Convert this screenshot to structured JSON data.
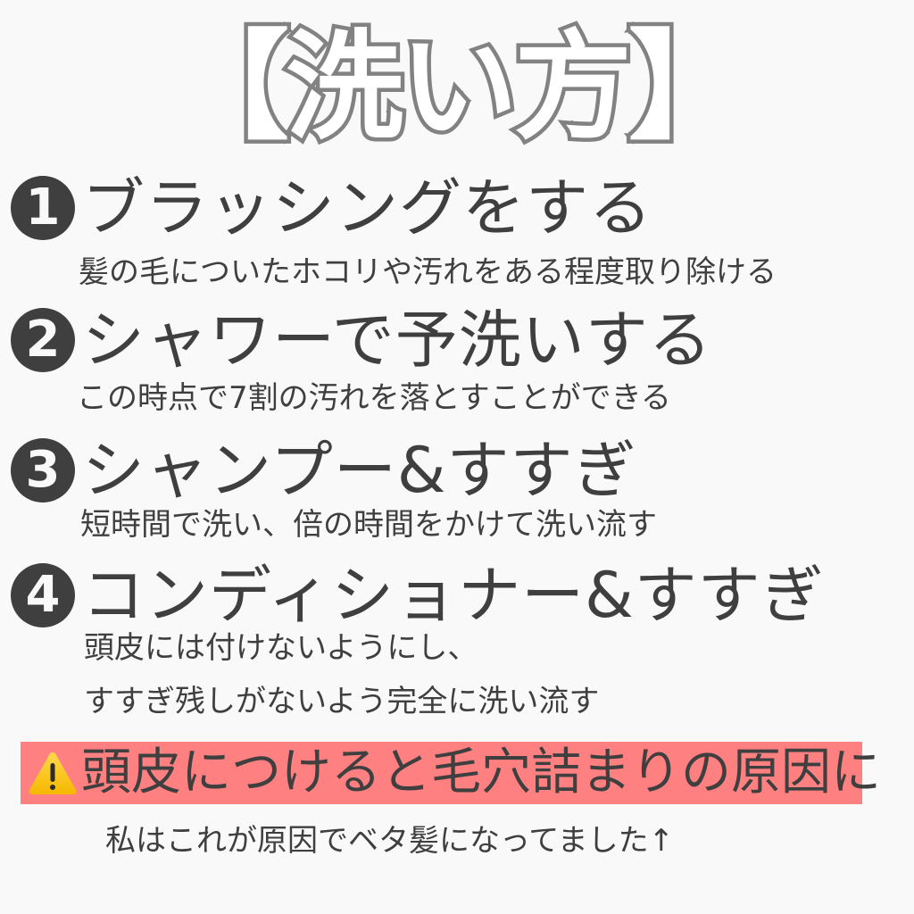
{
  "title": "【洗い方】",
  "steps": [
    {
      "number": "1",
      "title": "ブラッシングをする",
      "description": [
        "髪の毛についたホコリや汚れをある程度取り除ける"
      ]
    },
    {
      "number": "2",
      "title": "シャワーで予洗いする",
      "description": [
        "この時点で7割の汚れを落とすことができる"
      ]
    },
    {
      "number": "3",
      "title": "シャンプー&すすぎ",
      "description": [
        "短時間で洗い、倍の時間をかけて洗い流す"
      ]
    },
    {
      "number": "4",
      "title": "コンディショナー&すすぎ",
      "description": [
        "頭皮には付けないようにし、",
        "すすぎ残しがないよう完全に洗い流す"
      ]
    }
  ],
  "warning": {
    "icon": "warning-icon",
    "text": "頭皮につけると毛穴詰まりの原因に",
    "background": "#ff8080"
  },
  "note": "私はこれが原因でベタ髪になってました↑",
  "colors": {
    "background": "#f9f9f9",
    "text": "#3f3f3f",
    "title_outline": "#828282",
    "badge": "#3f3f3f"
  }
}
